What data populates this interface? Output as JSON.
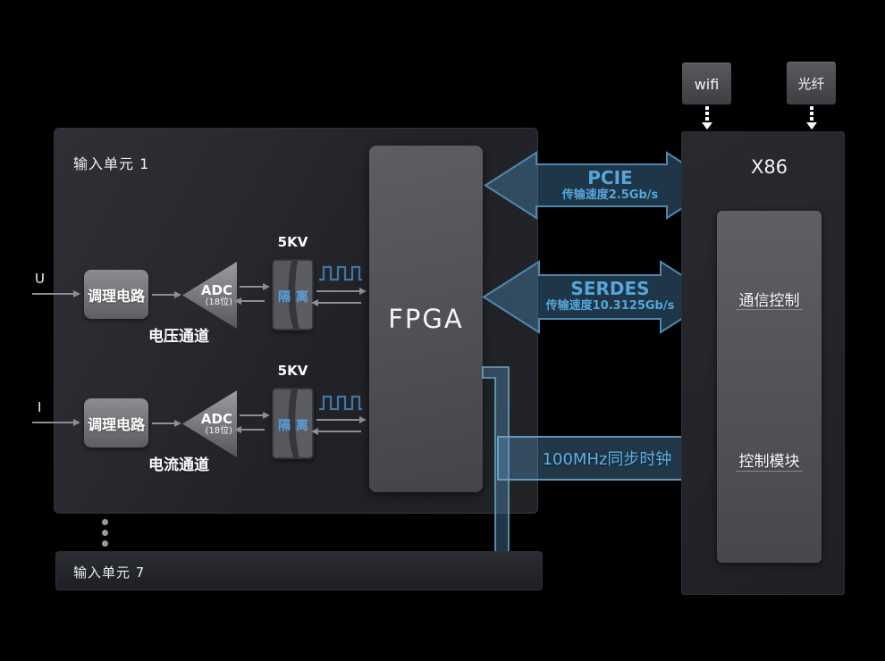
{
  "colors": {
    "background": "#000000",
    "link_fill": "rgba(88,145,188,0.38)",
    "link_border": "#4f88ae",
    "link_text": "#55a6da",
    "panel_dark": "#24262b",
    "module_gray": "#55565b",
    "arrow_gray": "#8e8e92",
    "isolation_text": "#5c9fd8"
  },
  "unit1": {
    "title": "输入单元 1",
    "channels": [
      {
        "input": "U",
        "cond": "调理电路",
        "adc": "ADC",
        "adc_bits": "(18位)",
        "kv": "5KV",
        "iso_left": "隔",
        "iso_right": "离",
        "label": "电压通道"
      },
      {
        "input": "I",
        "cond": "调理电路",
        "adc": "ADC",
        "adc_bits": "(18位)",
        "kv": "5KV",
        "iso_left": "隔",
        "iso_right": "离",
        "label": "电流通道"
      }
    ]
  },
  "fpga": {
    "label": "FPGA"
  },
  "links": {
    "pcie": {
      "name": "PCIE",
      "speed": "传输速度2.5Gb/s"
    },
    "serdes": {
      "name": "SERDES",
      "speed": "传输速度10.3125Gb/s"
    },
    "clock": {
      "label": "100MHz同步时钟"
    }
  },
  "x86": {
    "title": "X86",
    "modules": [
      "通信控制",
      "控制模块"
    ],
    "peripherals": [
      "wifi",
      "光纤"
    ]
  },
  "unit7": {
    "title": "输入单元 7"
  }
}
